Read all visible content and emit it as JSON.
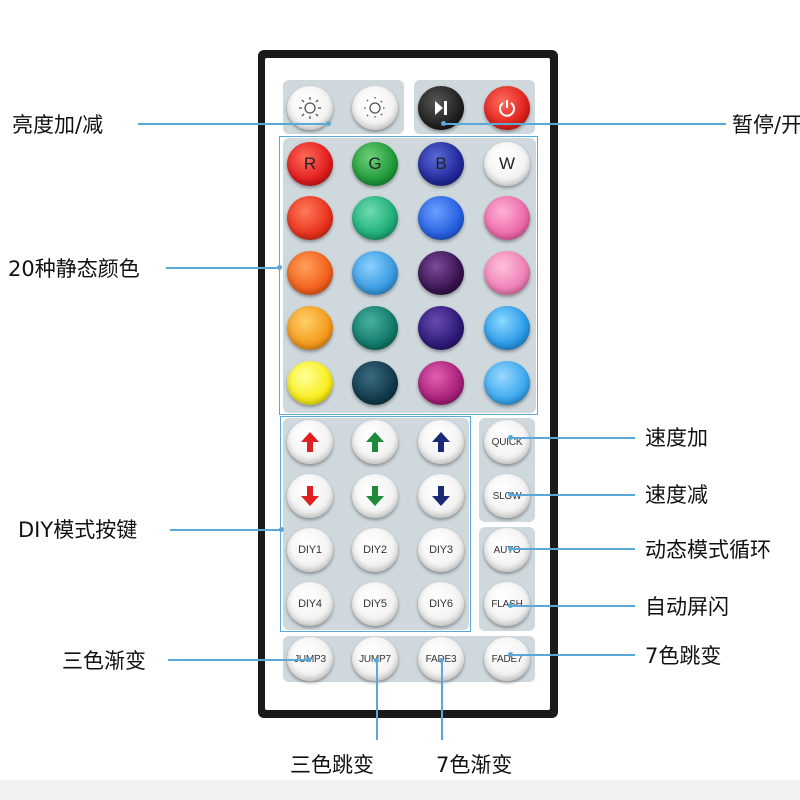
{
  "annotations": {
    "brightness": "亮度加/减",
    "pause": "暂停/开",
    "static_colors": "20种静态颜色",
    "speed_up": "速度加",
    "speed_down": "速度减",
    "diy": "DIY模式按键",
    "auto": "动态模式循环",
    "flash": "自动屏闪",
    "jump3": "三色渐变",
    "fade7": "7色跳变",
    "jump3_bottom": "三色跳变",
    "fade7_bottom": "7色渐变"
  },
  "buttons": {
    "red": "R",
    "green": "G",
    "blue": "B",
    "white": "W",
    "quick": "QUICK",
    "slow": "SLOW",
    "auto": "AUTO",
    "flash": "FLASH",
    "diy1": "DIY1",
    "diy2": "DIY2",
    "diy3": "DIY3",
    "diy4": "DIY4",
    "diy5": "DIY5",
    "diy6": "DIY6",
    "jump3": "JUMP3",
    "jump7": "JUMP7",
    "fade3": "FADE3",
    "fade7": "FADE7"
  },
  "colors": {
    "accent_line": "#5aa8d8",
    "remote_body": "#1a1a1a",
    "group_bg": "#cfd8dd",
    "arrow_red": "#e02020",
    "arrow_green": "#1e8a3a",
    "arrow_blue": "#1a2a78",
    "power_red": "#e0221c"
  }
}
